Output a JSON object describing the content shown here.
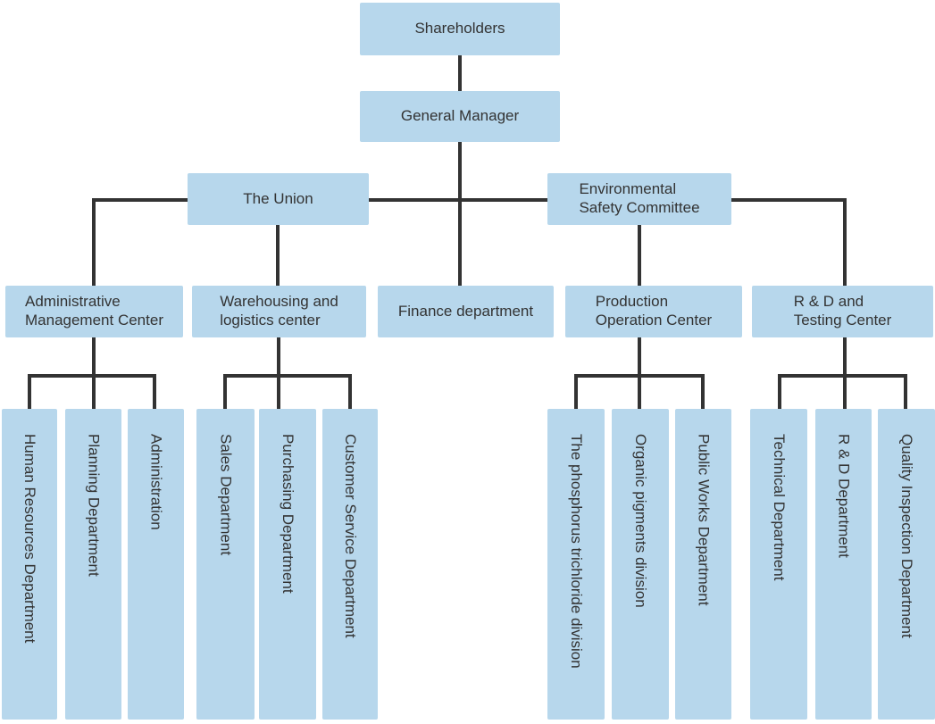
{
  "colors": {
    "box_fill": "#b7d7ec",
    "connector": "#333333",
    "text": "#333333",
    "background": "#ffffff"
  },
  "nodes": {
    "shareholders": {
      "label": "Shareholders"
    },
    "general_manager": {
      "label": "General Manager"
    },
    "the_union": {
      "label": "The Union"
    },
    "environmental_safety_committee": {
      "label": "Environmental\nSafety Committee"
    },
    "administrative_management_center": {
      "label": "Administrative\nManagement Center"
    },
    "warehousing_logistics_center": {
      "label": "Warehousing and\nlogistics center"
    },
    "finance_department": {
      "label": "Finance department"
    },
    "production_operation_center": {
      "label": "Production\nOperation Center"
    },
    "rd_testing_center": {
      "label": "R & D and\nTesting Center"
    },
    "human_resources_department": {
      "label": "Human Resources Department"
    },
    "planning_department": {
      "label": "Planning Department"
    },
    "administration": {
      "label": "Administration"
    },
    "sales_department": {
      "label": "Sales Department"
    },
    "purchasing_department": {
      "label": "Purchasing Department"
    },
    "customer_service_department": {
      "label": "Customer Service Department"
    },
    "phosphorus_trichloride_division": {
      "label": "The phosphorus trichloride division"
    },
    "organic_pigments_division": {
      "label": "Organic pigments division"
    },
    "public_works_department": {
      "label": "Public Works Department"
    },
    "technical_department": {
      "label": "Technical Department"
    },
    "rd_department": {
      "label": "R & D Department"
    },
    "quality_inspection_department": {
      "label": "Quality Inspection Department"
    }
  },
  "edges": [
    [
      "shareholders",
      "general_manager"
    ],
    [
      "general_manager",
      "the_union"
    ],
    [
      "general_manager",
      "environmental_safety_committee"
    ],
    [
      "general_manager",
      "finance_department"
    ],
    [
      "the_union",
      "administrative_management_center"
    ],
    [
      "the_union",
      "warehousing_logistics_center"
    ],
    [
      "environmental_safety_committee",
      "production_operation_center"
    ],
    [
      "environmental_safety_committee",
      "rd_testing_center"
    ],
    [
      "administrative_management_center",
      "human_resources_department"
    ],
    [
      "administrative_management_center",
      "planning_department"
    ],
    [
      "administrative_management_center",
      "administration"
    ],
    [
      "warehousing_logistics_center",
      "sales_department"
    ],
    [
      "warehousing_logistics_center",
      "purchasing_department"
    ],
    [
      "warehousing_logistics_center",
      "customer_service_department"
    ],
    [
      "production_operation_center",
      "phosphorus_trichloride_division"
    ],
    [
      "production_operation_center",
      "organic_pigments_division"
    ],
    [
      "production_operation_center",
      "public_works_department"
    ],
    [
      "rd_testing_center",
      "technical_department"
    ],
    [
      "rd_testing_center",
      "rd_department"
    ],
    [
      "rd_testing_center",
      "quality_inspection_department"
    ]
  ]
}
